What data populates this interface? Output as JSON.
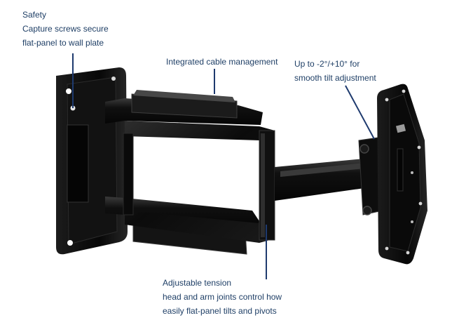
{
  "callouts": {
    "safety": {
      "line1": "Safety",
      "line2": "Capture screws secure",
      "line3": "flat-panel to wall plate"
    },
    "cable": {
      "line1": "Integrated cable management"
    },
    "tilt": {
      "line1": "Up to  -2°/+10° for",
      "line2": "smooth tilt adjustment"
    },
    "tension": {
      "line1": "Adjustable tension",
      "line2": "head and arm joints control how",
      "line3": "easily flat-panel tilts and pivots"
    }
  },
  "colors": {
    "callout_text": "#1f3f66",
    "leader_line": "#1e3a6e",
    "mount_body": "#0c0c0c",
    "highlight": "#3a3a3a"
  }
}
